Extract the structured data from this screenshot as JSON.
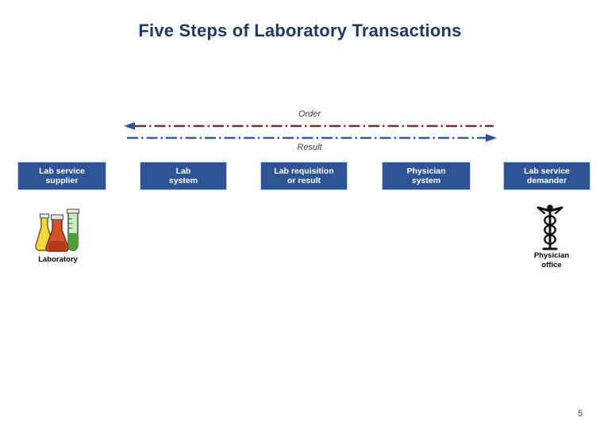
{
  "slide": {
    "title": "Five Steps of Laboratory Transactions",
    "page_number": "5",
    "title_color": "#1f3864",
    "box_fill_color": "#2e5496",
    "order_arrow_color": "#7b2e2e",
    "result_arrow_color": "#3a5f8a"
  },
  "flows": {
    "order_label": "Order",
    "result_label": "Result"
  },
  "steps": [
    {
      "label": "Lab service\nsupplier"
    },
    {
      "label": "Lab\nsystem"
    },
    {
      "label": "Lab requisition\nor result"
    },
    {
      "label": "Physician\nsystem"
    },
    {
      "label": "Lab service\ndemander"
    }
  ],
  "icons": {
    "laboratory": {
      "name": "laboratory-flasks-icon",
      "caption": "Laboratory"
    },
    "physician": {
      "name": "caduceus-icon",
      "caption": "Physician\noffice"
    }
  }
}
